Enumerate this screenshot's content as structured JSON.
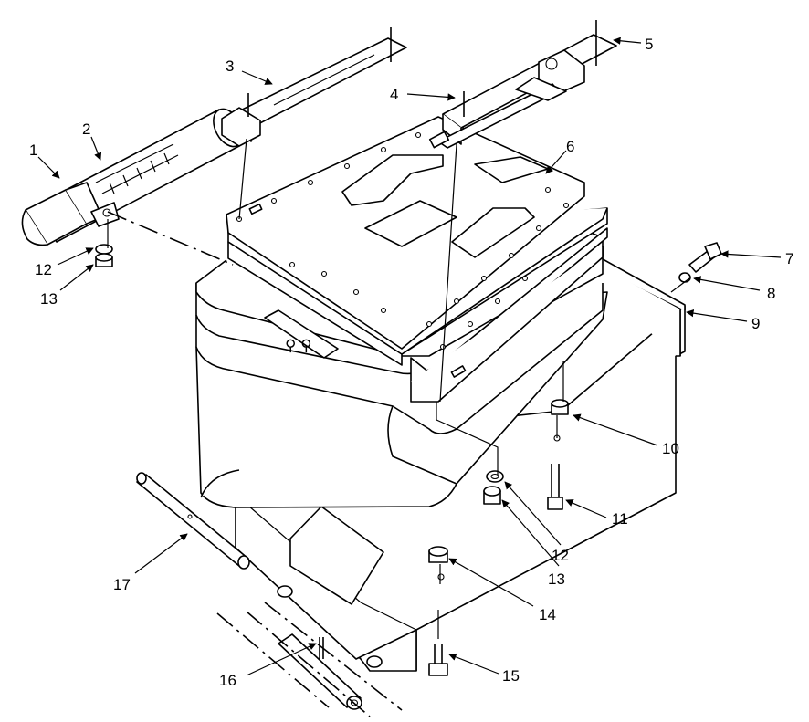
{
  "callouts": [
    "1",
    "2",
    "3",
    "4",
    "5",
    "6",
    "7",
    "8",
    "9",
    "10",
    "11",
    "12",
    "13",
    "12",
    "13",
    "14",
    "15",
    "16",
    "17"
  ],
  "colors": {
    "line": "#000000",
    "background": "#ffffff"
  }
}
